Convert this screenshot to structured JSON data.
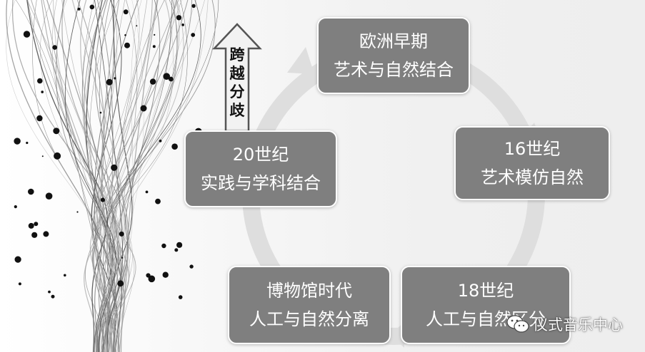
{
  "diagram": {
    "nodes": [
      {
        "id": "europe",
        "line1": "欧洲早期",
        "line2": "艺术与自然结合"
      },
      {
        "id": "c16",
        "line1": "16世纪",
        "line2": "艺术模仿自然"
      },
      {
        "id": "c18",
        "line1": "18世纪",
        "line2": "人工与自然区分"
      },
      {
        "id": "museum",
        "line1": "博物馆时代",
        "line2": "人工与自然分离"
      },
      {
        "id": "c20",
        "line1": "20世纪",
        "line2": "实践与学科结合"
      }
    ],
    "cross_arrow": {
      "chars": [
        "跨",
        "越",
        "分",
        "歧"
      ]
    }
  },
  "watermark": {
    "text": "仪式音乐中心",
    "icon": "wechat-icon"
  },
  "colors": {
    "node_fill": "#7f7f7f",
    "node_text": "#ffffff",
    "cycle_ring": "#dcdcdc",
    "arrow_fill": "#f2f2f2",
    "arrow_stroke": "#555555"
  }
}
